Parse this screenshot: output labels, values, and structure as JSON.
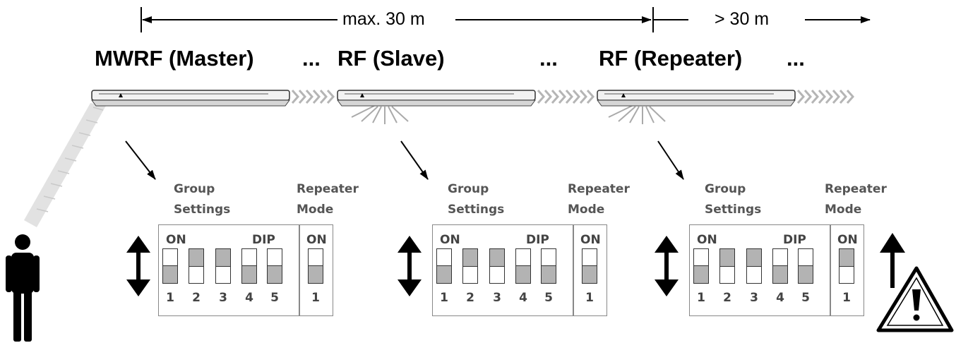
{
  "range": {
    "max_label": "max. 30 m",
    "over_label": "> 30 m"
  },
  "titles": {
    "master": "MWRF (Master)",
    "slave": "RF (Slave)",
    "repeater": "RF (Repeater)",
    "ellipsis": "..."
  },
  "panel_labels": {
    "group": "Group",
    "settings": "Settings",
    "repeater": "Repeater",
    "mode": "Mode",
    "on": "ON",
    "dip": "DIP"
  },
  "switch_numbers": [
    "1",
    "2",
    "3",
    "4",
    "5",
    "1"
  ],
  "panels": [
    {
      "id": "master",
      "group_switches": [
        "down",
        "up",
        "up",
        "down",
        "down"
      ],
      "repeater_switch": "down"
    },
    {
      "id": "slave",
      "group_switches": [
        "down",
        "up",
        "up",
        "down",
        "down"
      ],
      "repeater_switch": "down"
    },
    {
      "id": "repeater",
      "group_switches": [
        "down",
        "up",
        "up",
        "down",
        "down"
      ],
      "repeater_switch": "up"
    }
  ],
  "colors": {
    "switch_fill": "#b3b3b3",
    "frame": "#888888",
    "label": "#555555",
    "fixture": "#f2f2f2"
  }
}
